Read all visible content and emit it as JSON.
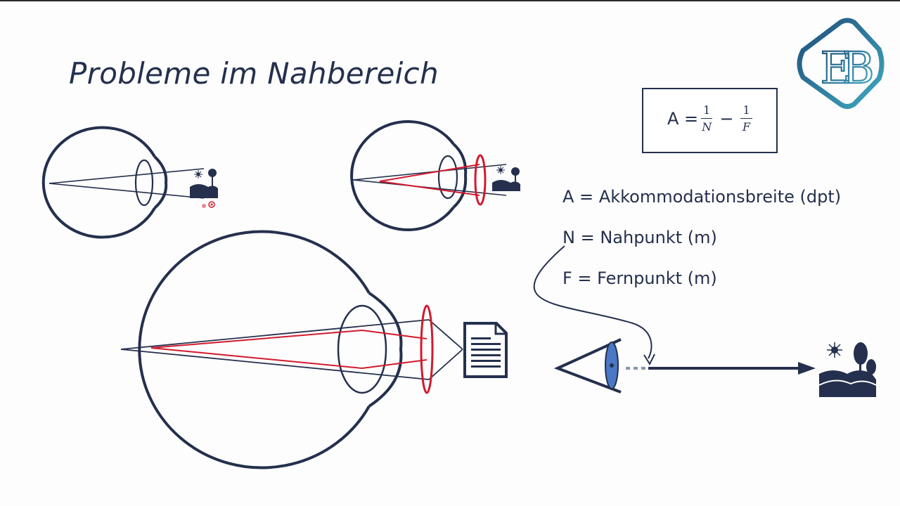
{
  "slide": {
    "title": "Probleme im Nahbereich"
  },
  "formula": {
    "lhs": "A =",
    "frac1": {
      "num": "1",
      "den": "N"
    },
    "minus": "−",
    "frac2": {
      "num": "1",
      "den": "F"
    }
  },
  "definitions": [
    "A = Akkommodationsbreite (dpt)",
    "N = Nahpunkt (m)",
    "F = Fernpunkt (m)"
  ],
  "logo": {
    "letters": "EB"
  },
  "colors": {
    "navy": "#24304d",
    "red": "#d21a2e",
    "iris": "#4a78c4",
    "logo_teal": "#3a9fb8"
  },
  "icons": [
    "eye-diagram-icon",
    "landscape-icon",
    "document-icon",
    "observer-eye-icon",
    "sun-icon",
    "tree-icon",
    "lens-icon"
  ]
}
